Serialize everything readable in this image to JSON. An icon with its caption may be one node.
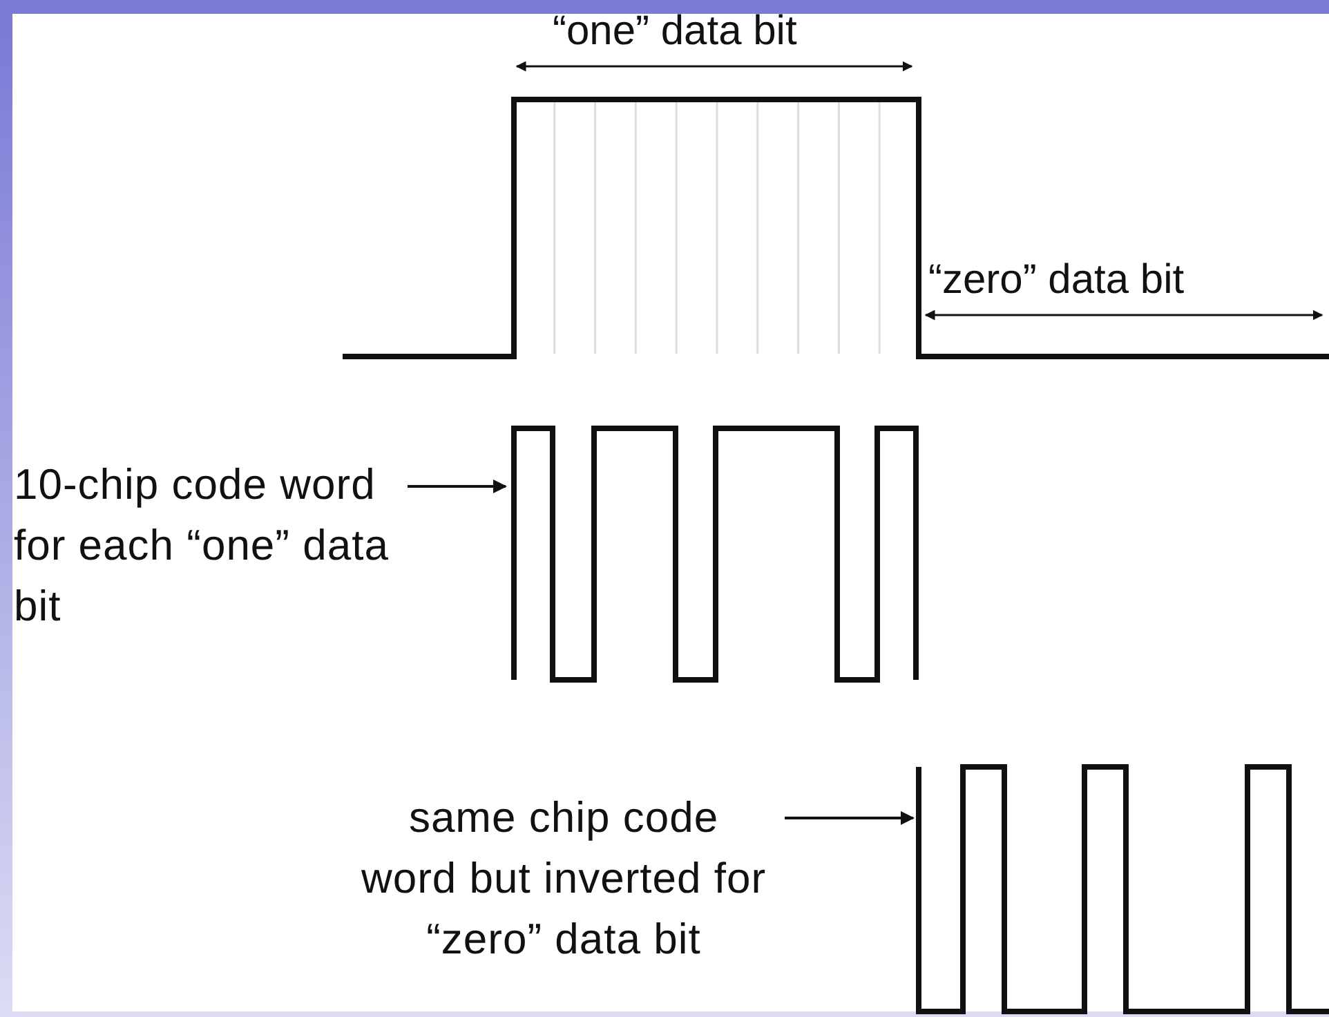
{
  "diagram": {
    "nodes": [
      {
        "text": [
          "10-chip code word for each “one” data bit"
        ]
      },
      {
        "text": [],
        "shape": "picture"
      },
      {
        "text": [
          "same chip code word but inverted for “zero” data bit"
        ]
      },
      {
        "text": [],
        "shape": "picture"
      }
    ],
    "edges": [
      {
        "from": 0,
        "to": 1,
        "arrow": "to"
      },
      {
        "from": 2,
        "to": 3,
        "arrow": "to"
      }
    ],
    "labels": [
      "“one” data bit",
      "“zero” data bit"
    ]
  }
}
